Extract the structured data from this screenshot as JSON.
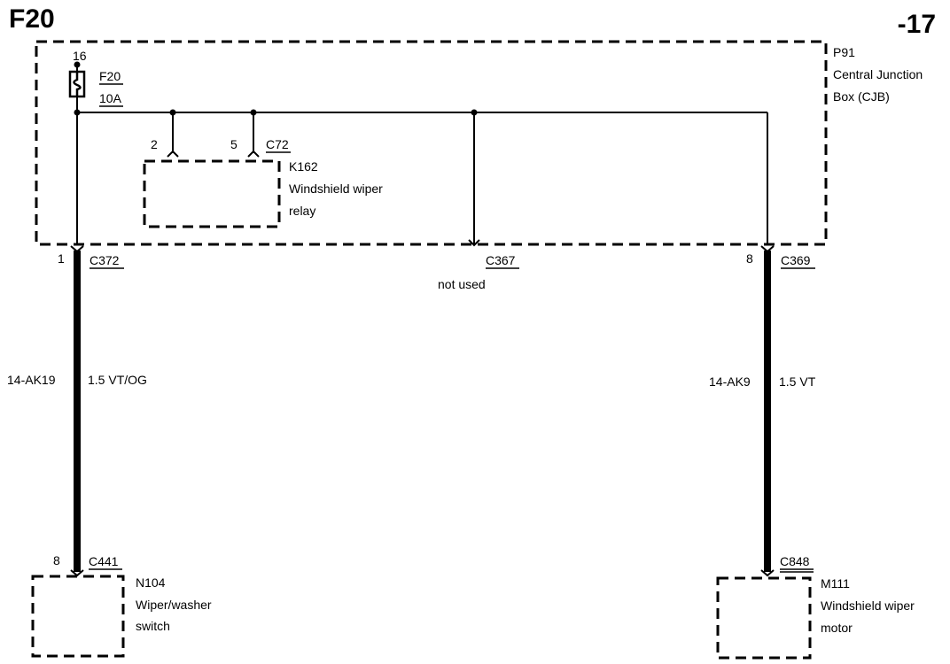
{
  "page": {
    "code": "F20",
    "number": "-17"
  },
  "cjb": {
    "id": "P91",
    "name_line1": "Central Junction",
    "name_line2": "Box (CJB)"
  },
  "fuse": {
    "pin": "16",
    "id": "F20",
    "rating": "10A"
  },
  "relay": {
    "pin_a": "2",
    "pin_b": "5",
    "connector": "C72",
    "id": "K162",
    "name_line1": "Windshield wiper",
    "name_line2": "relay"
  },
  "connectors": {
    "left": {
      "pin": "1",
      "id": "C372"
    },
    "middle": {
      "id": "C367",
      "note": "not used"
    },
    "right": {
      "pin": "8",
      "id": "C369"
    }
  },
  "wires": {
    "left": {
      "circuit": "14-AK19",
      "spec": "1.5 VT/OG"
    },
    "right": {
      "circuit": "14-AK9",
      "spec": "1.5 VT"
    }
  },
  "switch": {
    "pin": "8",
    "connector": "C441",
    "id": "N104",
    "name_line1": "Wiper/washer",
    "name_line2": "switch"
  },
  "motor": {
    "connector": "C848",
    "id": "M111",
    "name_line1": "Windshield wiper",
    "name_line2": "motor"
  }
}
